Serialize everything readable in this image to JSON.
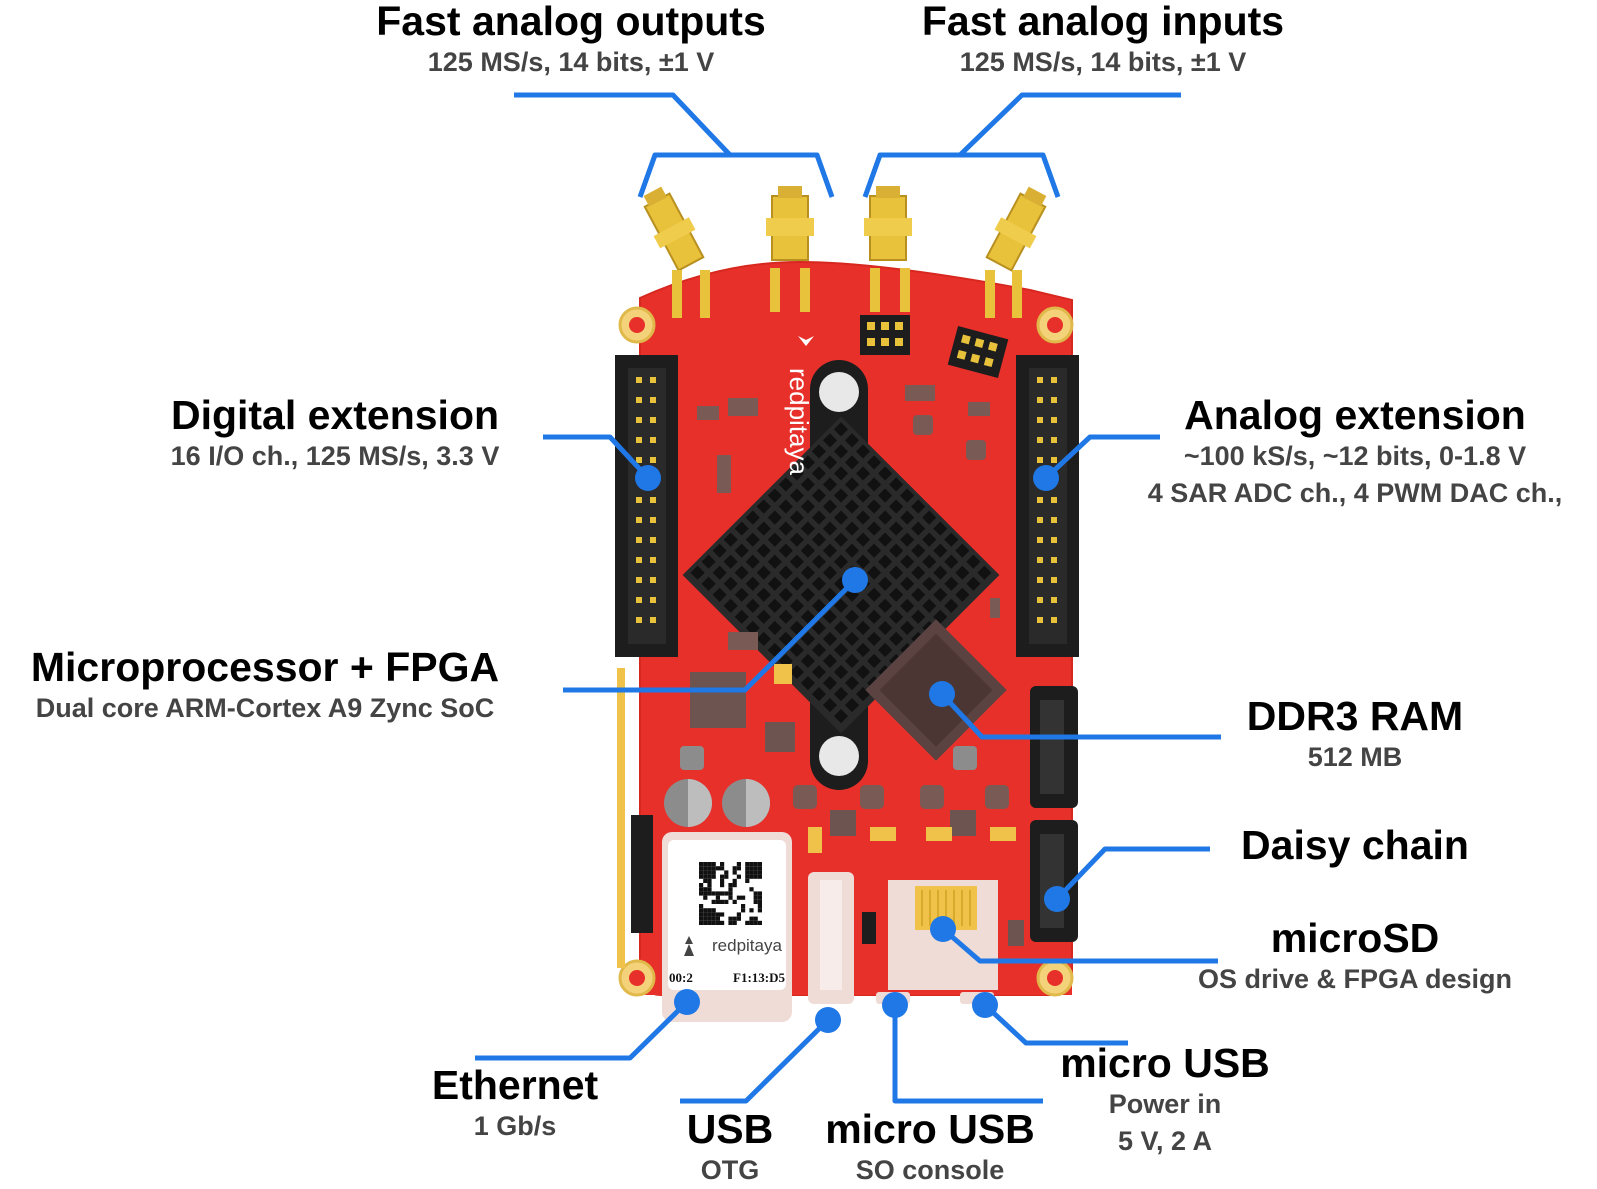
{
  "colors": {
    "board": "#e8302b",
    "leader": "#1f78e6",
    "heatsink": "#222222",
    "connector": "#1d1d1d",
    "gold": "#e9c23c",
    "title_text": "#000000",
    "subtitle_text": "#444444"
  },
  "qr_label": {
    "brand": "redpitaya",
    "mac_left": "00:2",
    "mac_right": "F1:13:D5"
  },
  "board_logo": "redpitaya",
  "callouts": {
    "fast_outputs": {
      "title": "Fast analog outputs",
      "subtitle": "125 MS/s, 14 bits, ±1 V"
    },
    "fast_inputs": {
      "title": "Fast analog inputs",
      "subtitle": "125 MS/s, 14 bits, ±1 V"
    },
    "digital_ext": {
      "title": "Digital extension",
      "subtitle": "16 I/O ch., 125 MS/s, 3.3 V"
    },
    "analog_ext": {
      "title": "Analog extension",
      "subtitle": "~100 kS/s, ~12 bits, 0-1.8 V",
      "subtitle2": "4 SAR ADC ch., 4 PWM DAC ch.,"
    },
    "cpu_fpga": {
      "title": "Microprocessor + FPGA",
      "subtitle": "Dual core ARM-Cortex A9 Zync SoC"
    },
    "ddr3": {
      "title": "DDR3 RAM",
      "subtitle": "512 MB"
    },
    "daisy": {
      "title": "Daisy chain"
    },
    "microsd": {
      "title": "microSD",
      "subtitle": "OS drive & FPGA design"
    },
    "ethernet": {
      "title": "Ethernet",
      "subtitle": "1 Gb/s"
    },
    "usb_otg": {
      "title": "USB",
      "subtitle": "OTG"
    },
    "micro_usb_console": {
      "title": "micro USB",
      "subtitle": "SO console"
    },
    "micro_usb_power": {
      "title": "micro USB",
      "subtitle": "Power in",
      "subtitle2": "5 V, 2 A"
    }
  }
}
